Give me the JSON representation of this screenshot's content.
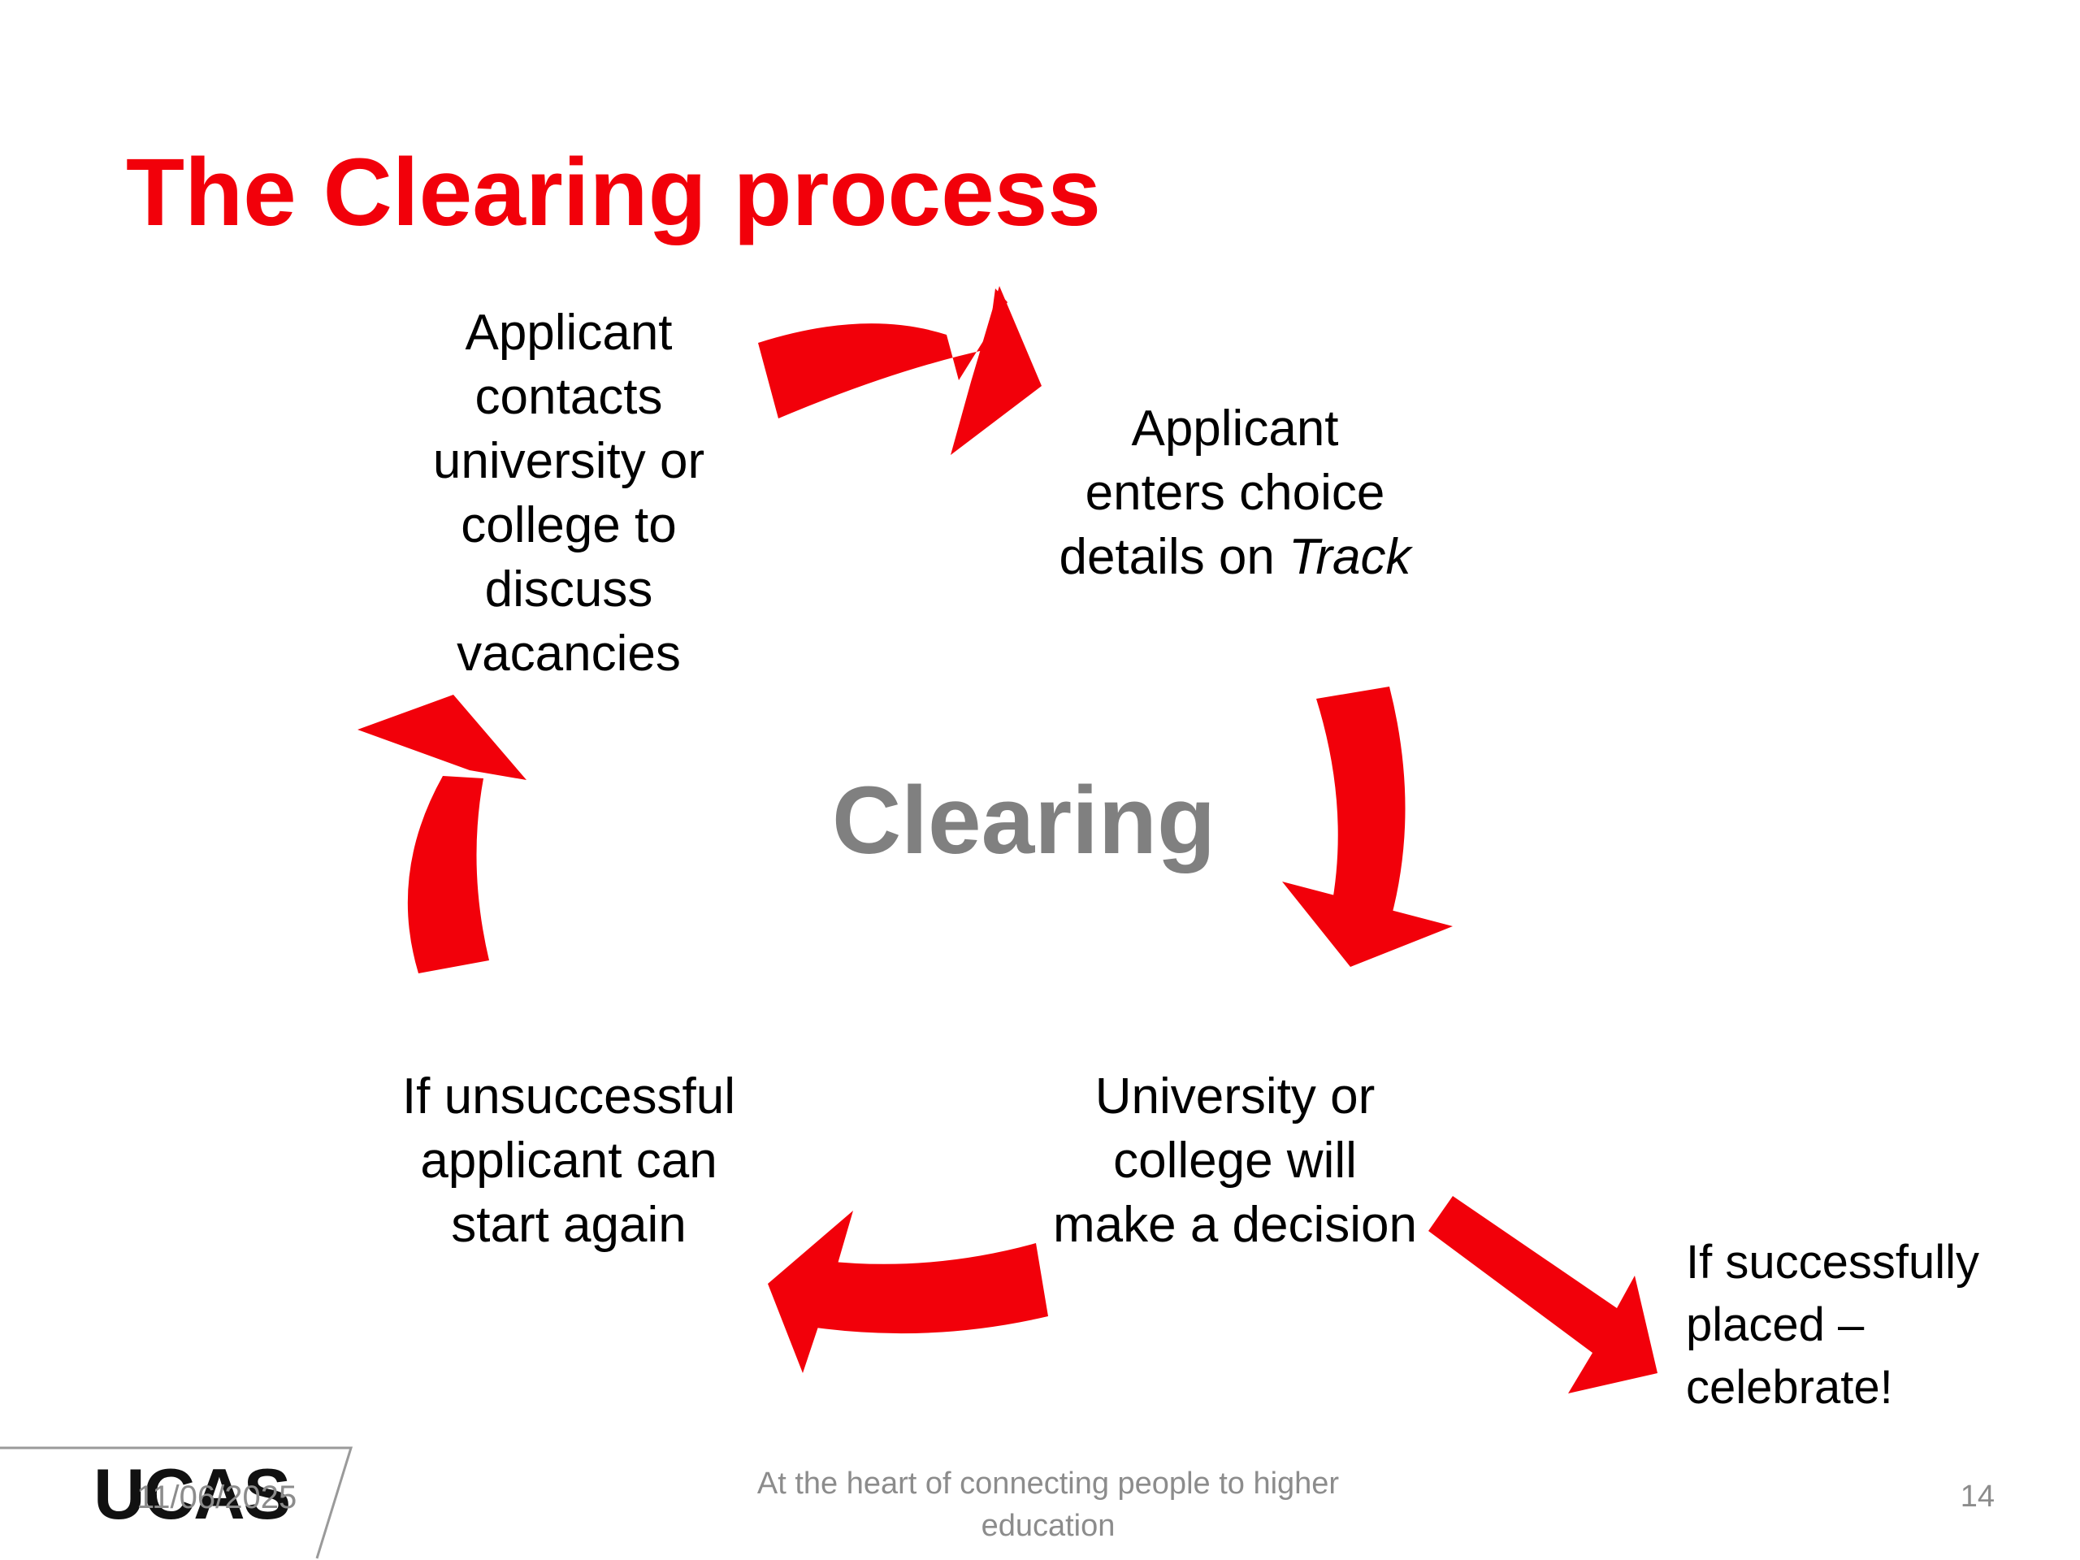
{
  "slide": {
    "title": "The Clearing process",
    "center_label": "Clearing"
  },
  "steps": {
    "contact": {
      "lines": [
        "Applicant",
        "contacts",
        "university or",
        "college to",
        "discuss",
        "vacancies"
      ]
    },
    "enter": {
      "lines": [
        "Applicant",
        "enters choice"
      ],
      "last_line_prefix": "details on ",
      "last_line_emphasis": "Track"
    },
    "decision": {
      "lines": [
        "University or",
        "college will",
        "make a decision"
      ]
    },
    "retry": {
      "lines": [
        "If unsuccessful",
        "applicant can",
        "start again"
      ]
    },
    "success": {
      "lines": [
        "If successfully",
        "placed –",
        "celebrate!"
      ]
    }
  },
  "footer": {
    "logo": "UCAS",
    "date": "11/06/2025",
    "tagline_lines": [
      "At the heart of connecting people to higher",
      "education"
    ],
    "page_number": "14"
  },
  "colors": {
    "accent": "#f2000a",
    "center_label": "#808080",
    "footer_text": "#8c8c8c"
  }
}
